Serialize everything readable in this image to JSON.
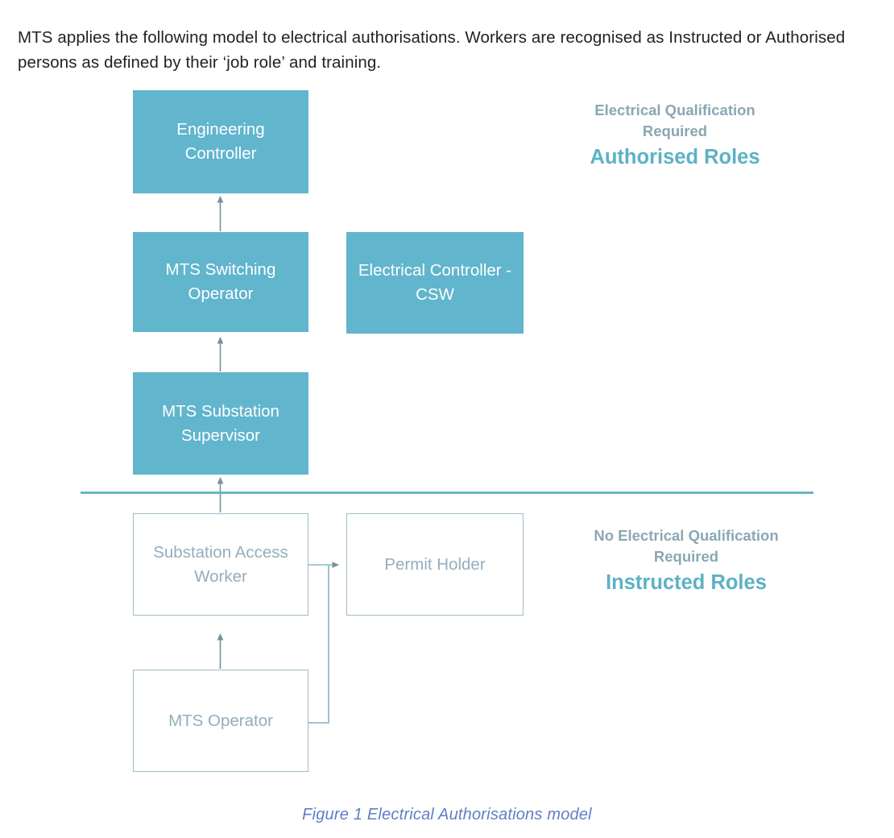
{
  "intro": {
    "paragraph": "MTS applies the following model to electrical authorisations. Workers are recognised as Instructed or Authorised persons as defined by their ‘job role’ and training."
  },
  "diagram": {
    "type": "flowchart",
    "nodes": [
      {
        "id": "engineering-controller",
        "label": "Engineering Controller",
        "style": "filled",
        "group": "authorised"
      },
      {
        "id": "mts-switching-operator",
        "label": "MTS Switching Operator",
        "style": "filled",
        "group": "authorised"
      },
      {
        "id": "electrical-controller-csw",
        "label": "Electrical Controller - CSW",
        "style": "filled",
        "group": "authorised"
      },
      {
        "id": "mts-substation-supervisor",
        "label": "MTS Substation Supervisor",
        "style": "filled",
        "group": "authorised"
      },
      {
        "id": "substation-access-worker",
        "label": "Substation Access Worker",
        "style": "outlined",
        "group": "instructed"
      },
      {
        "id": "permit-holder",
        "label": "Permit Holder",
        "style": "outlined",
        "group": "instructed"
      },
      {
        "id": "mts-operator",
        "label": "MTS Operator",
        "style": "outlined",
        "group": "instructed"
      }
    ],
    "edges": [
      {
        "from": "mts-switching-operator",
        "to": "engineering-controller",
        "direction": "up"
      },
      {
        "from": "mts-switching-operator",
        "to": "electrical-controller-csw",
        "direction": "right"
      },
      {
        "from": "mts-substation-supervisor",
        "to": "mts-switching-operator",
        "direction": "up"
      },
      {
        "from": "substation-access-worker",
        "to": "mts-substation-supervisor",
        "direction": "up"
      },
      {
        "from": "mts-operator",
        "to": "substation-access-worker",
        "direction": "up"
      },
      {
        "from": "mts-operator",
        "to": "permit-holder",
        "direction": "elbow-right-up"
      }
    ],
    "divider": {
      "label": "qualification-divider"
    }
  },
  "legends": {
    "authorised": {
      "subtitle_line1": "Electrical Qualification",
      "subtitle_line2": "Required",
      "title": "Authorised Roles"
    },
    "instructed": {
      "subtitle_line1": "No Electrical Qualification",
      "subtitle_line2": "Required",
      "title": "Instructed Roles"
    }
  },
  "caption": {
    "text": "Figure 1 Electrical Authorisations model"
  },
  "colors": {
    "box_fill": "#61b5cd",
    "box_outline": "#9dbcc8",
    "outline_text": "#93aebd",
    "connector": "#78909b",
    "divider": "#6ab3c4",
    "legend_subtitle": "#8aa7b4",
    "legend_title": "#5cb2c4",
    "caption": "#5f7fc4",
    "body_text": "#231f20"
  }
}
